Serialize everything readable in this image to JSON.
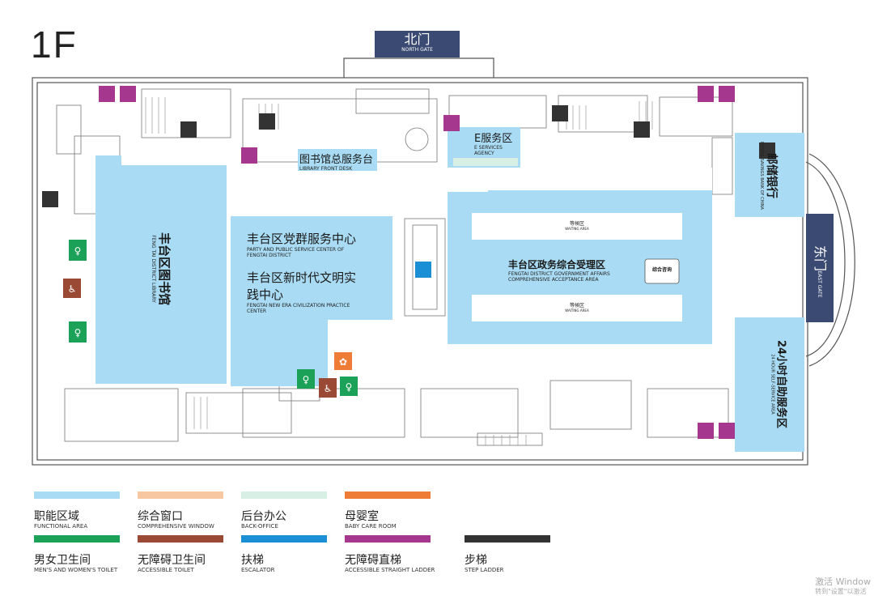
{
  "floor_label": "1F",
  "gates": {
    "north": {
      "cn": "北门",
      "en": "NORTH GATE"
    },
    "east": {
      "cn": "东门",
      "en": "EAST GATE"
    }
  },
  "areas": {
    "library": {
      "cn": "丰台区图书馆",
      "en": "FENG TAI DISTRICT LIBRARY"
    },
    "library_desk": {
      "cn": "图书馆总服务台",
      "en": "LIBRARY FRONT DESK"
    },
    "party_center": {
      "cn": "丰台区党群服务中心",
      "en1": "PARTY AND PUBLIC SERVICE CENTER OF",
      "en2": "FENGTAI DISTRICT"
    },
    "civilization": {
      "cn1": "丰台区新时代文明实",
      "cn2": "践中心",
      "en1": "FENGTAI NEW ERA CIVILIZATION PRACTICE",
      "en2": "CENTER"
    },
    "e_service": {
      "cn": "E服务区",
      "en1": "E SERVICES",
      "en2": "AGENCY"
    },
    "gov_affairs": {
      "cn": "丰台区政务综合受理区",
      "en1": "FENGTAI DISTRICT GOVERNMENT AFFAIRS",
      "en2": "COMPREHENSIVE ACCEPTANCE AREA"
    },
    "waiting_top": {
      "cn": "等候区",
      "en": "WAITING AREA"
    },
    "waiting_bottom": {
      "cn": "等候区",
      "en": "WAITING AREA"
    },
    "consult": {
      "cn": "综合咨询"
    },
    "postal": {
      "cn": "邮储银行",
      "en": "POSTAL SAVINGS BANK OF CHINA"
    },
    "self_service": {
      "cn": "24小时自助服务区",
      "en": "24 HOUR SELF-SERVICE AREA"
    }
  },
  "legend": [
    {
      "cn": "职能区域",
      "en": "FUNCTIONAL AREA",
      "color": "#a9dcf4"
    },
    {
      "cn": "综合窗口",
      "en": "COMPREHENSIVE WINDOW",
      "color": "#f7c7a1"
    },
    {
      "cn": "后台办公",
      "en": "BACK-OFFICE",
      "color": "#d8efe6"
    },
    {
      "cn": "母婴室",
      "en": "BABY CARE ROOM",
      "color": "#ee7b36"
    },
    {
      "cn": "男女卫生间",
      "en": "MEN'S AND WOMEN'S TOILET",
      "color": "#1ba158"
    },
    {
      "cn": "无障碍卫生间",
      "en": "ACCESSIBLE TOILET",
      "color": "#9a4a34"
    },
    {
      "cn": "扶梯",
      "en": "ESCALATOR",
      "color": "#1a8fd6"
    },
    {
      "cn": "无障碍直梯",
      "en": "ACCESSIBLE STRAIGHT LADDER",
      "color": "#a5378e"
    },
    {
      "cn": "步梯",
      "en": "STEP LADDER",
      "color": "#333333"
    }
  ],
  "icons": {
    "toilet": "toilet-icon",
    "accessible": "wheelchair-icon",
    "elevator": "elevator-icon",
    "stairs": "stairs-icon",
    "escalator": "escalator-icon",
    "baby": "baby-care-icon"
  },
  "watermark": {
    "line1": "激活 Window",
    "line2": "转到\"设置\"以激活"
  }
}
